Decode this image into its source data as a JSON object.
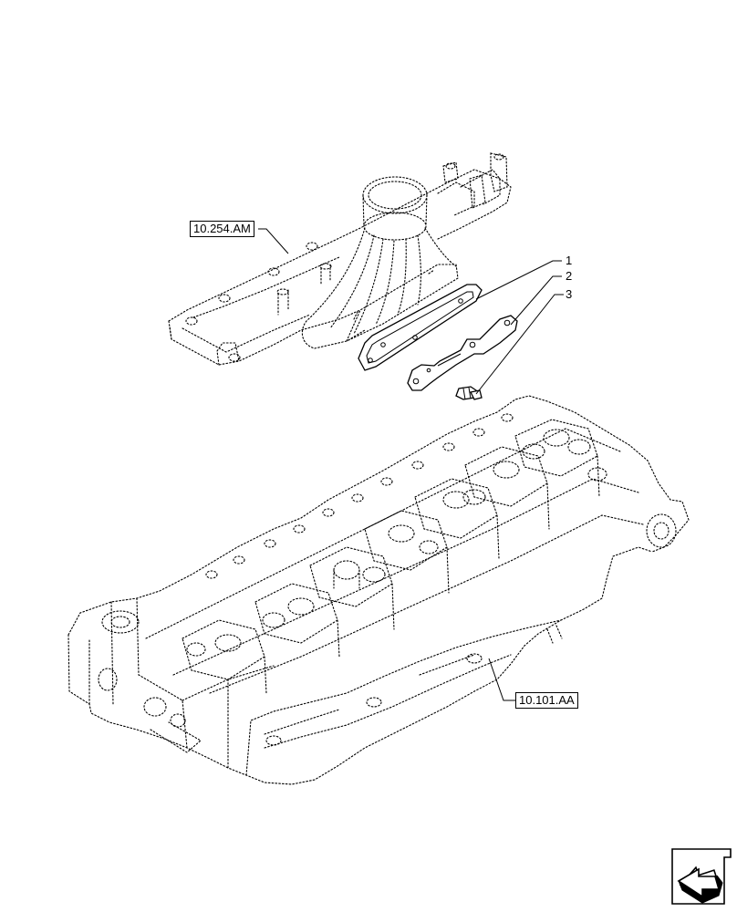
{
  "references": {
    "manifold_ref": "10.254.AM",
    "head_ref": "10.101.AA"
  },
  "callouts": {
    "item1": "1",
    "item2": "2",
    "item3": "3"
  },
  "icons": {
    "nav": "next-page-arrow-icon"
  },
  "colors": {
    "line": "#000000",
    "background": "#ffffff"
  }
}
